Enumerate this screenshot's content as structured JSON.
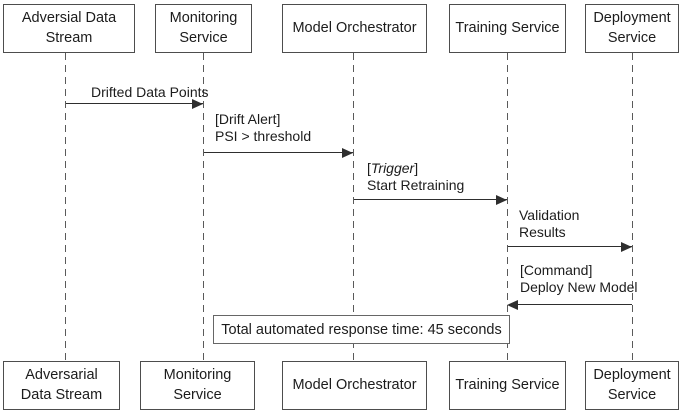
{
  "colors": {
    "background": "#ffffff",
    "box_border": "#4d4d4d",
    "text": "#1c1c1c",
    "arrow": "#2e2e2e",
    "lifeline": "#5a5a5a",
    "note_border": "#666666"
  },
  "participants": {
    "p1": {
      "top": "Adversial Data\nStream",
      "bottom": "Adversarial\nData Stream"
    },
    "p2": {
      "top": "Monitoring\nService",
      "bottom": "Monitoring\nService"
    },
    "p3": {
      "top": "Model Orchestrator",
      "bottom": "Model Orchestrator"
    },
    "p4": {
      "top": "Training Service",
      "bottom": "Training Service"
    },
    "p5": {
      "top": "Deployment\nService",
      "bottom": "Deployment\nService"
    }
  },
  "messages": {
    "m1": {
      "line1": "Drifted Data Points",
      "from": "Adversial Data Stream",
      "to": "Monitoring Service",
      "direction": "right"
    },
    "m2": {
      "line1": "[Drift Alert]",
      "line2": "PSI > threshold",
      "from": "Monitoring Service",
      "to": "Model Orchestrator",
      "direction": "right"
    },
    "m3": {
      "bracket_open": "[",
      "keyword": "Trigger",
      "bracket_close": "]",
      "line2": "Start Retraining",
      "from": "Model Orchestrator",
      "to": "Training Service",
      "direction": "right"
    },
    "m4": {
      "line1": "Validation",
      "line2": "Results",
      "from": "Training Service",
      "to": "Deployment Service",
      "direction": "right"
    },
    "m5": {
      "line1": "[Command]",
      "line2": "Deploy New Model",
      "from": "Deployment Service",
      "to": "Training Service",
      "direction": "left"
    }
  },
  "note": {
    "text": "Total automated response time: 45 seconds"
  }
}
